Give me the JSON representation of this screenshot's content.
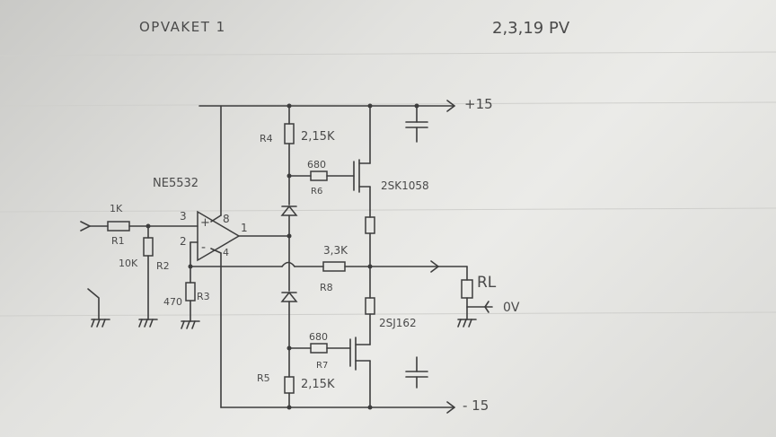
{
  "header": {
    "title": "OPVAKET 1",
    "date": "2,3,19 PV"
  },
  "opamp": {
    "part": "NE5532",
    "pin_plus": "3",
    "pin_minus": "2",
    "pin_v_pos": "8",
    "pin_out": "1",
    "pin_v_neg": "4",
    "plus_sign": "+",
    "minus_sign": "-"
  },
  "rails": {
    "positive": "+15",
    "negative": "- 15",
    "ground": "0V"
  },
  "components": {
    "r1": {
      "value": "1K",
      "ref": "R1"
    },
    "r2": {
      "value": "10K",
      "ref": "R2"
    },
    "r3": {
      "value": "470",
      "ref": "R3"
    },
    "r4": {
      "ref": "R4",
      "value": "2,15K"
    },
    "r5": {
      "ref": "R5",
      "value": "2,15K"
    },
    "r6": {
      "value": "680",
      "ref": "R6"
    },
    "r7": {
      "value": "680",
      "ref": "R7"
    },
    "r8": {
      "value": "3,3K",
      "ref": "R8"
    },
    "rl": {
      "ref": "RL"
    },
    "q1": {
      "part": "2SK1058"
    },
    "q2": {
      "part": "2SJ162"
    }
  }
}
